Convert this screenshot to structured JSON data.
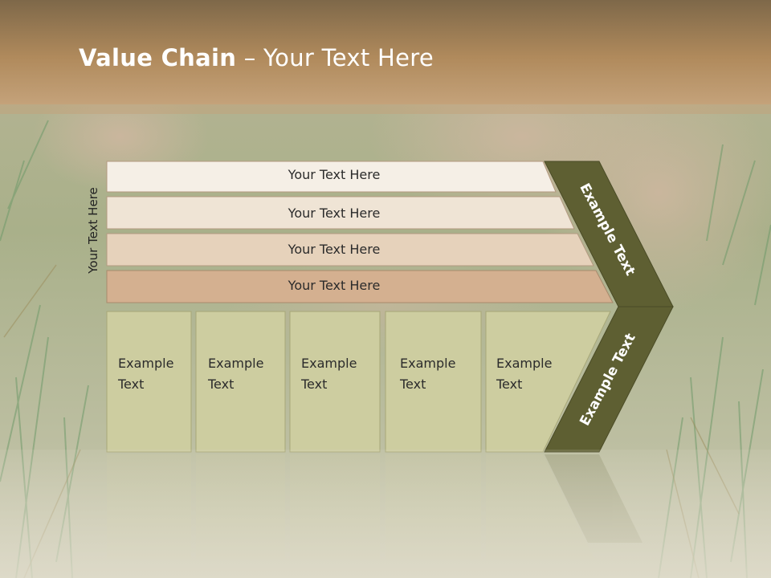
{
  "slide": {
    "title_strong": "Value Chain",
    "title_rest": " – Your Text Here",
    "side_label": "Your Text Here"
  },
  "bars": [
    {
      "label": "Your Text Here"
    },
    {
      "label": "Your Text Here"
    },
    {
      "label": "Your Text Here"
    },
    {
      "label": "Your Text Here"
    }
  ],
  "boxes": [
    {
      "line1": "Example",
      "line2": "Text"
    },
    {
      "line1": "Example",
      "line2": "Text"
    },
    {
      "line1": "Example",
      "line2": "Text"
    },
    {
      "line1": "Example",
      "line2": "Text"
    },
    {
      "line1": "Example",
      "line2": "Text"
    }
  ],
  "chevrons": {
    "top": "Example Text",
    "bottom": "Example Text"
  },
  "colors": {
    "header": "#b08a5c",
    "bar1": "#f5efe6",
    "bar2": "#efe4d5",
    "bar3": "#e6d2bb",
    "bar4": "#d4b090",
    "box": "#cdcda0",
    "chevron": "#5e5f32"
  }
}
